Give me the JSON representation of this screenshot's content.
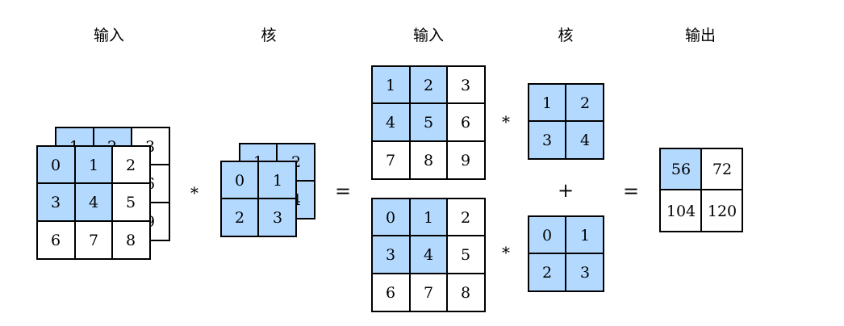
{
  "titles": {
    "input_left": "输入",
    "kernel_left": "核",
    "input_right": "输入",
    "kernel_right": "核",
    "output": "输出"
  },
  "operators": {
    "conv": "*",
    "equals": "=",
    "plus": "+"
  },
  "colors": {
    "highlight": "#b3d9ff",
    "border": "#000000",
    "background": "#ffffff"
  },
  "input_channels": [
    [
      [
        "0",
        "1",
        "2"
      ],
      [
        "3",
        "4",
        "5"
      ],
      [
        "6",
        "7",
        "8"
      ]
    ],
    [
      [
        "1",
        "2",
        "3"
      ],
      [
        "4",
        "5",
        "6"
      ],
      [
        "7",
        "8",
        "9"
      ]
    ]
  ],
  "kernel_channels": [
    [
      [
        "0",
        "1"
      ],
      [
        "2",
        "3"
      ]
    ],
    [
      [
        "1",
        "2"
      ],
      [
        "3",
        "4"
      ]
    ]
  ],
  "output": [
    [
      "56",
      "72"
    ],
    [
      "104",
      "120"
    ]
  ]
}
